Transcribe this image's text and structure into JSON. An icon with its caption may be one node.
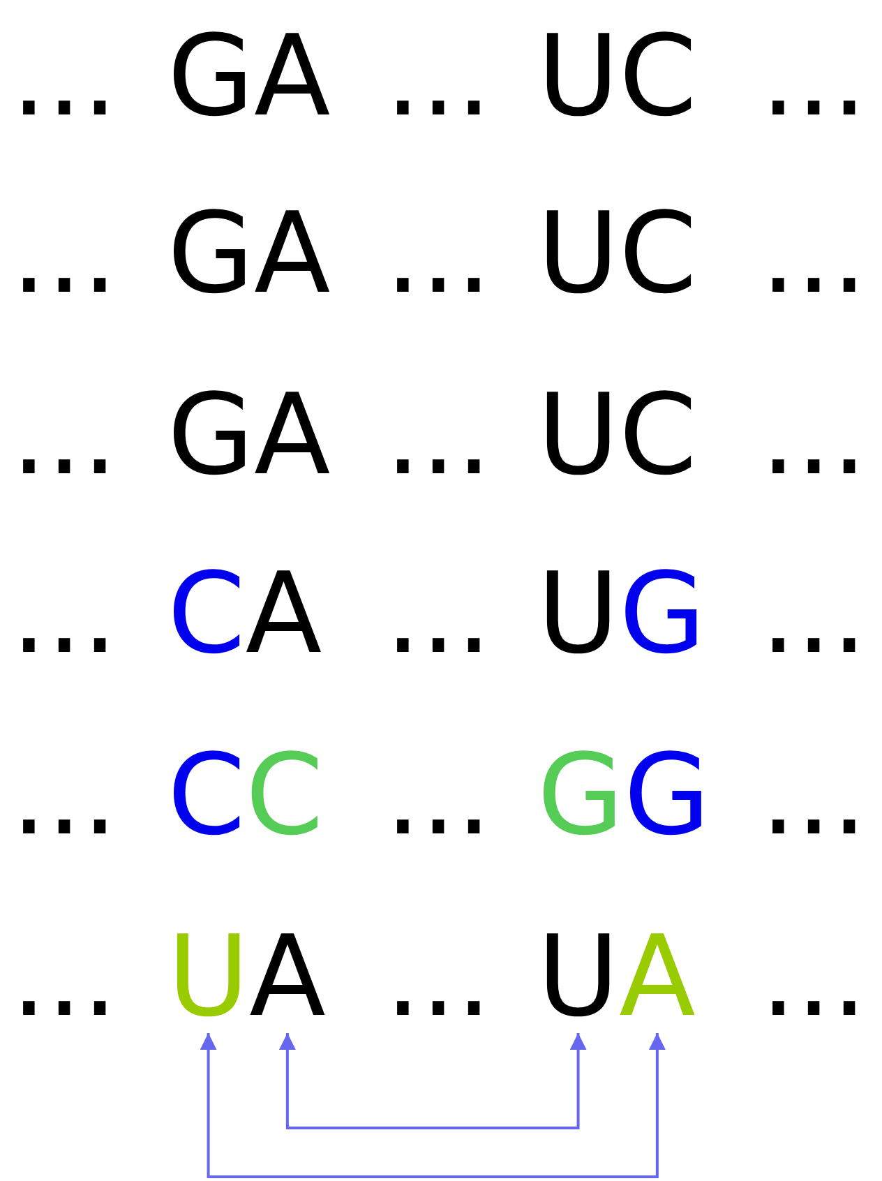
{
  "diagram": {
    "nodes": [
      {
        "text": [
          "U"
        ]
      },
      {
        "text": [
          "A"
        ]
      },
      {
        "text": [
          "U"
        ]
      },
      {
        "text": [
          "A"
        ]
      }
    ],
    "edges": [
      {
        "from": 0,
        "to": 3,
        "arrow": "both"
      },
      {
        "from": 1,
        "to": 2,
        "arrow": "both"
      }
    ],
    "labels": [
      "...",
      "GA",
      "...",
      "UC",
      "...",
      "...",
      "GA",
      "...",
      "UC",
      "...",
      "...",
      "GA",
      "...",
      "UC",
      "...",
      "...",
      "CA",
      "...",
      "UG",
      "...",
      "...",
      "CC",
      "...",
      "GG",
      "...",
      "...",
      "...",
      "..."
    ]
  }
}
